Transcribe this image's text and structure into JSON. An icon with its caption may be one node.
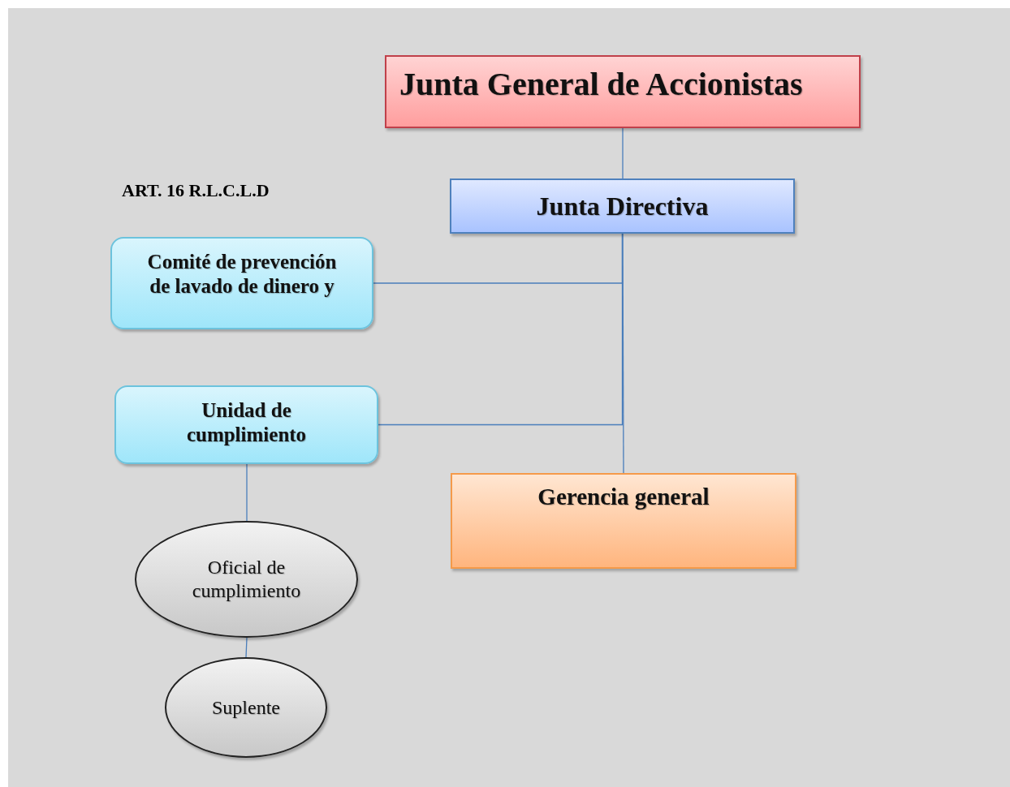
{
  "diagram": {
    "nodes": [
      {
        "text": [
          "Junta General de Accionistas"
        ]
      },
      {
        "text": [
          "Junta Directiva"
        ]
      },
      {
        "text": [
          "Comité de prevención de lavado de dinero y"
        ]
      },
      {
        "text": [
          "Unidad de cumplimiento"
        ]
      },
      {
        "text": [
          "Gerencia general"
        ]
      },
      {
        "text": [
          "Oficial de cumplimiento"
        ]
      },
      {
        "text": [
          "Suplente"
        ]
      }
    ],
    "edges": [
      {
        "from": 0,
        "to": 1,
        "arrow": "none"
      },
      {
        "from": 1,
        "to": 2,
        "arrow": "none"
      },
      {
        "from": 1,
        "to": 3,
        "arrow": "none"
      },
      {
        "from": 1,
        "to": 4,
        "arrow": "none"
      },
      {
        "from": 3,
        "to": 5,
        "arrow": "none"
      },
      {
        "from": 5,
        "to": 6,
        "arrow": "none"
      }
    ],
    "labels": [
      "ART. 16 R.L.C.L.D"
    ]
  }
}
